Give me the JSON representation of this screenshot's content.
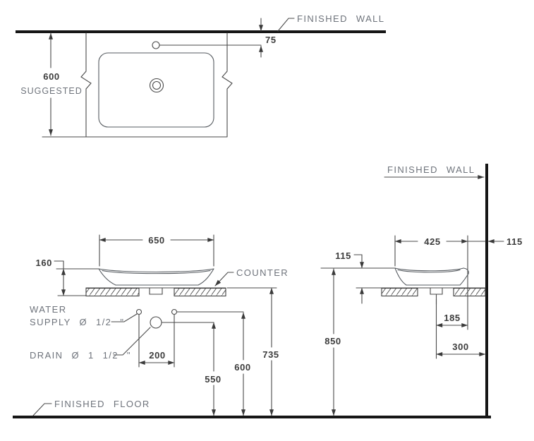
{
  "colors": {
    "thin_line": "#4a4a4a",
    "heavy_line": "#161616",
    "label_text": "#6e737b",
    "dimension_text": "#3c3c3c",
    "background": "#ffffff"
  },
  "plan": {
    "wall_label": "FINISHED WALL",
    "depth_dim": "600",
    "depth_note": "SUGGESTED",
    "faucet_setback_dim": "75"
  },
  "front": {
    "basin_width_dim": "650",
    "basin_height_dim": "160",
    "counter_label": "COUNTER",
    "water_supply_label_line1": "WATER",
    "water_supply_label_line2": "SUPPLY Ø 1/2 \"",
    "drain_label": "DRAIN Ø 1 1/2 \"",
    "supply_spacing_dim": "200",
    "drain_height_dim": "550",
    "supply_height_dim": "600",
    "counter_height_dim": "735",
    "floor_label": "FINISHED FLOOR"
  },
  "side": {
    "wall_label": "FINISHED WALL",
    "basin_depth_dim": "425",
    "wall_clearance_dim": "115",
    "rim_above_counter_dim": "115",
    "drain_to_rim_dim": "185",
    "drain_to_wall_dim": "300",
    "rim_height_dim": "850"
  }
}
